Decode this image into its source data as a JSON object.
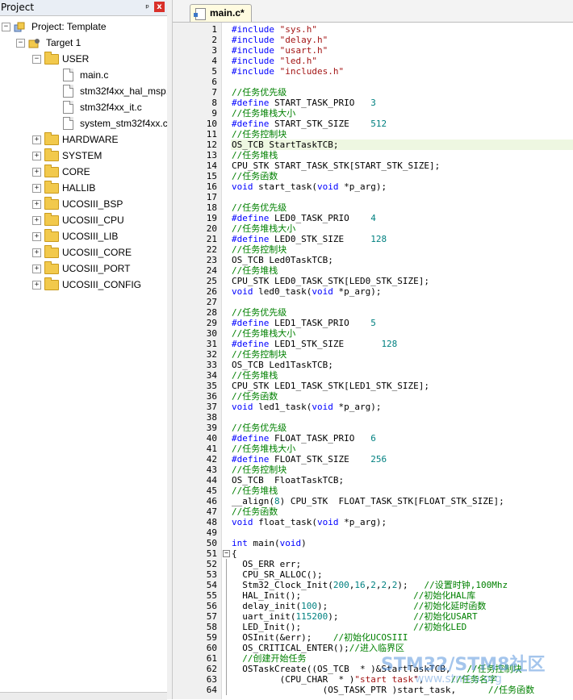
{
  "project_pane": {
    "title": "Project",
    "pin": "ᵖ",
    "close": "x",
    "tree": [
      {
        "label": "Project: Template",
        "type": "project",
        "expander": "−",
        "depth": 0
      },
      {
        "label": "Target 1",
        "type": "target",
        "expander": "−",
        "depth": 1
      },
      {
        "label": "USER",
        "type": "folder",
        "expander": "−",
        "depth": 2
      },
      {
        "label": "main.c",
        "type": "file",
        "expander": "",
        "depth": 3
      },
      {
        "label": "stm32f4xx_hal_msp.",
        "type": "file",
        "expander": "",
        "depth": 3
      },
      {
        "label": "stm32f4xx_it.c",
        "type": "file",
        "expander": "",
        "depth": 3
      },
      {
        "label": "system_stm32f4xx.c",
        "type": "file",
        "expander": "",
        "depth": 3
      },
      {
        "label": "HARDWARE",
        "type": "folder",
        "expander": "+",
        "depth": 2
      },
      {
        "label": "SYSTEM",
        "type": "folder",
        "expander": "+",
        "depth": 2
      },
      {
        "label": "CORE",
        "type": "folder",
        "expander": "+",
        "depth": 2
      },
      {
        "label": "HALLIB",
        "type": "folder",
        "expander": "+",
        "depth": 2
      },
      {
        "label": "UCOSIII_BSP",
        "type": "folder",
        "expander": "+",
        "depth": 2
      },
      {
        "label": "UCOSIII_CPU",
        "type": "folder",
        "expander": "+",
        "depth": 2
      },
      {
        "label": "UCOSIII_LIB",
        "type": "folder",
        "expander": "+",
        "depth": 2
      },
      {
        "label": "UCOSIII_CORE",
        "type": "folder",
        "expander": "+",
        "depth": 2
      },
      {
        "label": "UCOSIII_PORT",
        "type": "folder",
        "expander": "+",
        "depth": 2
      },
      {
        "label": "UCOSIII_CONFIG",
        "type": "folder",
        "expander": "+",
        "depth": 2
      }
    ]
  },
  "editor": {
    "tab_label": "main.c*",
    "highlighted_line": 12,
    "lines": [
      {
        "n": "1",
        "code": "#include \"sys.h\""
      },
      {
        "n": "2",
        "code": "#include \"delay.h\""
      },
      {
        "n": "3",
        "code": "#include \"usart.h\""
      },
      {
        "n": "4",
        "code": "#include \"led.h\""
      },
      {
        "n": "5",
        "code": "#include \"includes.h\""
      },
      {
        "n": "6",
        "code": ""
      },
      {
        "n": "7",
        "code": "//任务优先级"
      },
      {
        "n": "8",
        "code": "#define START_TASK_PRIO   3"
      },
      {
        "n": "9",
        "code": "//任务堆栈大小"
      },
      {
        "n": "10",
        "code": "#define START_STK_SIZE    512"
      },
      {
        "n": "11",
        "code": "//任务控制块"
      },
      {
        "n": "12",
        "code": "OS_TCB StartTaskTCB;"
      },
      {
        "n": "13",
        "code": "//任务堆栈"
      },
      {
        "n": "14",
        "code": "CPU_STK START_TASK_STK[START_STK_SIZE];"
      },
      {
        "n": "15",
        "code": "//任务函数"
      },
      {
        "n": "16",
        "code": "void start_task(void *p_arg);"
      },
      {
        "n": "17",
        "code": ""
      },
      {
        "n": "18",
        "code": "//任务优先级"
      },
      {
        "n": "19",
        "code": "#define LED0_TASK_PRIO    4"
      },
      {
        "n": "20",
        "code": "//任务堆栈大小"
      },
      {
        "n": "21",
        "code": "#define LED0_STK_SIZE     128"
      },
      {
        "n": "22",
        "code": "//任务控制块"
      },
      {
        "n": "23",
        "code": "OS_TCB Led0TaskTCB;"
      },
      {
        "n": "24",
        "code": "//任务堆栈"
      },
      {
        "n": "25",
        "code": "CPU_STK LED0_TASK_STK[LED0_STK_SIZE];"
      },
      {
        "n": "26",
        "code": "void led0_task(void *p_arg);"
      },
      {
        "n": "27",
        "code": ""
      },
      {
        "n": "28",
        "code": "//任务优先级"
      },
      {
        "n": "29",
        "code": "#define LED1_TASK_PRIO    5"
      },
      {
        "n": "30",
        "code": "//任务堆栈大小"
      },
      {
        "n": "31",
        "code": "#define LED1_STK_SIZE       128"
      },
      {
        "n": "32",
        "code": "//任务控制块"
      },
      {
        "n": "33",
        "code": "OS_TCB Led1TaskTCB;"
      },
      {
        "n": "34",
        "code": "//任务堆栈"
      },
      {
        "n": "35",
        "code": "CPU_STK LED1_TASK_STK[LED1_STK_SIZE];"
      },
      {
        "n": "36",
        "code": "//任务函数"
      },
      {
        "n": "37",
        "code": "void led1_task(void *p_arg);"
      },
      {
        "n": "38",
        "code": ""
      },
      {
        "n": "39",
        "code": "//任务优先级"
      },
      {
        "n": "40",
        "code": "#define FLOAT_TASK_PRIO   6"
      },
      {
        "n": "41",
        "code": "//任务堆栈大小"
      },
      {
        "n": "42",
        "code": "#define FLOAT_STK_SIZE    256"
      },
      {
        "n": "43",
        "code": "//任务控制块"
      },
      {
        "n": "44",
        "code": "OS_TCB  FloatTaskTCB;"
      },
      {
        "n": "45",
        "code": "//任务堆栈"
      },
      {
        "n": "46",
        "code": "__align(8) CPU_STK  FLOAT_TASK_STK[FLOAT_STK_SIZE];"
      },
      {
        "n": "47",
        "code": "//任务函数"
      },
      {
        "n": "48",
        "code": "void float_task(void *p_arg);"
      },
      {
        "n": "49",
        "code": ""
      },
      {
        "n": "50",
        "code": "int main(void)"
      },
      {
        "n": "51",
        "code": "{"
      },
      {
        "n": "52",
        "code": "  OS_ERR err;"
      },
      {
        "n": "53",
        "code": "  CPU_SR_ALLOC();"
      },
      {
        "n": "54",
        "code": "  Stm32_Clock_Init(200,16,2,2,2);   //设置时钟,100Mhz"
      },
      {
        "n": "55",
        "code": "  HAL_Init();                     //初始化HAL库"
      },
      {
        "n": "56",
        "code": "  delay_init(100);                //初始化延时函数"
      },
      {
        "n": "57",
        "code": "  uart_init(115200);              //初始化USART"
      },
      {
        "n": "58",
        "code": "  LED_Init();                     //初始化LED"
      },
      {
        "n": "59",
        "code": "  OSInit(&err);    //初始化UCOSIII"
      },
      {
        "n": "60",
        "code": "  OS_CRITICAL_ENTER();//进入临界区"
      },
      {
        "n": "61",
        "code": "  //创建开始任务"
      },
      {
        "n": "62",
        "code": "  OSTaskCreate((OS_TCB  * )&StartTaskTCB,   //任务控制块"
      },
      {
        "n": "63",
        "code": "         (CPU_CHAR  * )\"start task\",     //任务名字"
      },
      {
        "n": "64",
        "code": "                 (OS_TASK_PTR )start_task,      //任务函数"
      }
    ]
  },
  "watermark": {
    "main": "STM32/STM8社区",
    "sub": "www.stmcu.org"
  },
  "colors": {
    "keyword": "#0000ff",
    "string": "#a31515",
    "comment": "#008000",
    "number": "#008080",
    "highlight": "#eef7e1"
  }
}
